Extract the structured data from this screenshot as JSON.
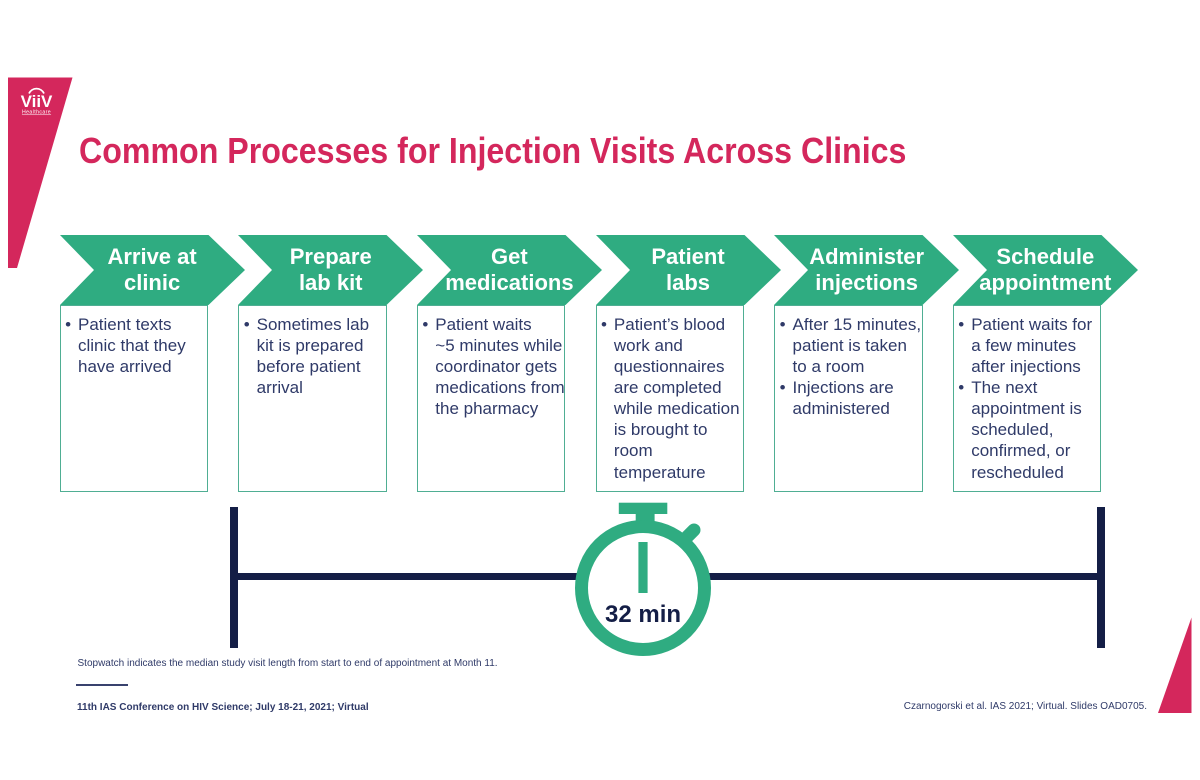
{
  "title": "Common Processes for Injection Visits Across Clinics",
  "logo": {
    "brand": "ViiV",
    "sub": "Healthcare"
  },
  "steps": [
    {
      "label": "Arrive at\nclinic",
      "bullets": [
        "Patient texts\nclinic that they\nhave arrived"
      ]
    },
    {
      "label": "Prepare\nlab kit",
      "bullets": [
        "Sometimes lab\nkit is prepared\nbefore patient\narrival"
      ]
    },
    {
      "label": "Get\nmedications",
      "bullets": [
        "Patient waits\n~5 minutes while\ncoordinator gets\nmedications from\nthe pharmacy"
      ]
    },
    {
      "label": "Patient\nlabs",
      "bullets": [
        "Patient’s blood\nwork and\nquestionnaires\nare completed\nwhile medication\nis brought to\nroom\ntemperature"
      ]
    },
    {
      "label": "Administer\ninjections",
      "bullets": [
        "After 15 minutes,\npatient is taken\nto a room",
        "Injections are\nadministered"
      ]
    },
    {
      "label": "Schedule\nappointment",
      "bullets": [
        "Patient waits for\na few minutes\nafter injections",
        "The next\nappointment is\nscheduled,\nconfirmed, or\nrescheduled"
      ]
    }
  ],
  "timeline": {
    "duration_label": "32 min"
  },
  "footnote": "Stopwatch indicates the median study visit length from start to end of appointment at Month 11.",
  "footer_left": "11th IAS Conference on HIV Science; July 18-21, 2021; Virtual",
  "footer_right": "Czarnogorski et al. IAS 2021; Virtual. Slides OAD0705.",
  "colors": {
    "green": "#2fac81",
    "pink": "#d4275c",
    "text_navy": "#2f3a68",
    "dark_navy": "#141e46",
    "box_border": "#4fae93",
    "white": "#ffffff"
  }
}
